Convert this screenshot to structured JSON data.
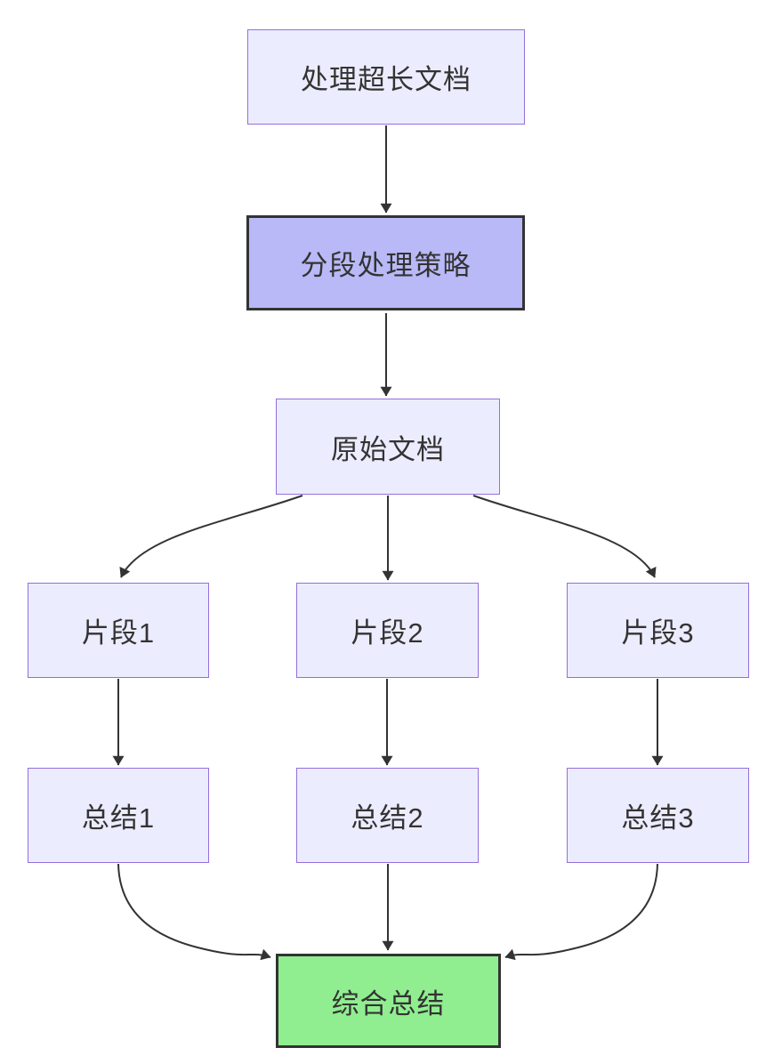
{
  "diagram": {
    "type": "flowchart-top-down",
    "colors": {
      "background": "#FFFFFF",
      "node_fill": "#ECECFF",
      "node_border": "#9370DB",
      "strategy_fill": "#B9B9F8",
      "strategy_border": "#333333",
      "final_fill": "#90EE90",
      "final_border": "#333333",
      "edge": "#333333",
      "text": "#333333"
    },
    "nodes": {
      "start": {
        "label": "处理超长文档"
      },
      "strategy": {
        "label": "分段处理策略"
      },
      "source": {
        "label": "原始文档"
      },
      "frag1": {
        "label": "片段1"
      },
      "frag2": {
        "label": "片段2"
      },
      "frag3": {
        "label": "片段3"
      },
      "sum1": {
        "label": "总结1"
      },
      "sum2": {
        "label": "总结2"
      },
      "sum3": {
        "label": "总结3"
      },
      "final": {
        "label": "综合总结"
      }
    },
    "edges": [
      {
        "from": "处理超长文档",
        "to": "分段处理策略"
      },
      {
        "from": "分段处理策略",
        "to": "原始文档"
      },
      {
        "from": "原始文档",
        "to": "片段1"
      },
      {
        "from": "原始文档",
        "to": "片段2"
      },
      {
        "from": "原始文档",
        "to": "片段3"
      },
      {
        "from": "片段1",
        "to": "总结1"
      },
      {
        "from": "片段2",
        "to": "总结2"
      },
      {
        "from": "片段3",
        "to": "总结3"
      },
      {
        "from": "总结1",
        "to": "综合总结"
      },
      {
        "from": "总结2",
        "to": "综合总结"
      },
      {
        "from": "总结3",
        "to": "综合总结"
      }
    ]
  }
}
